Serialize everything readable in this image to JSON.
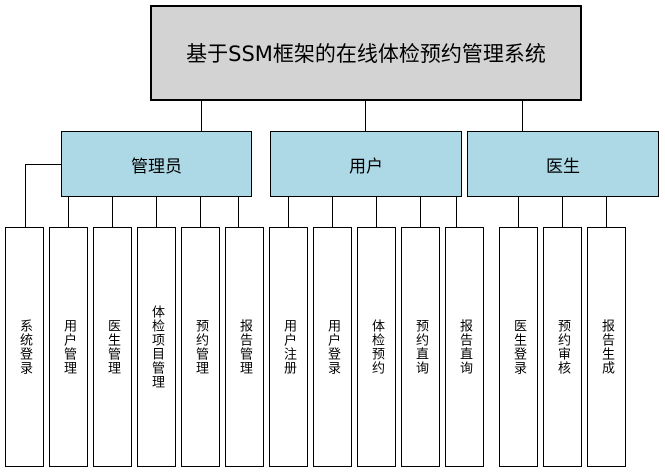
{
  "title": "基于SSM框架的在线体检预约管理系统",
  "roles": [
    {
      "label": "管理员",
      "modules": [
        "系统登录",
        "用户管理",
        "医生管理",
        "体检项目管理",
        "预约管理",
        "报告管理"
      ]
    },
    {
      "label": "用户",
      "modules": [
        "用户注册",
        "用户登录",
        "体检预约",
        "预约直询",
        "报告直询"
      ]
    },
    {
      "label": "医生",
      "modules": [
        "医生登录",
        "预约审核",
        "报告生成"
      ]
    }
  ],
  "colors": {
    "title_fill": "#d3d3d3",
    "role_fill": "#add8e6",
    "leaf_fill": "#ffffff",
    "line": "#000000"
  }
}
